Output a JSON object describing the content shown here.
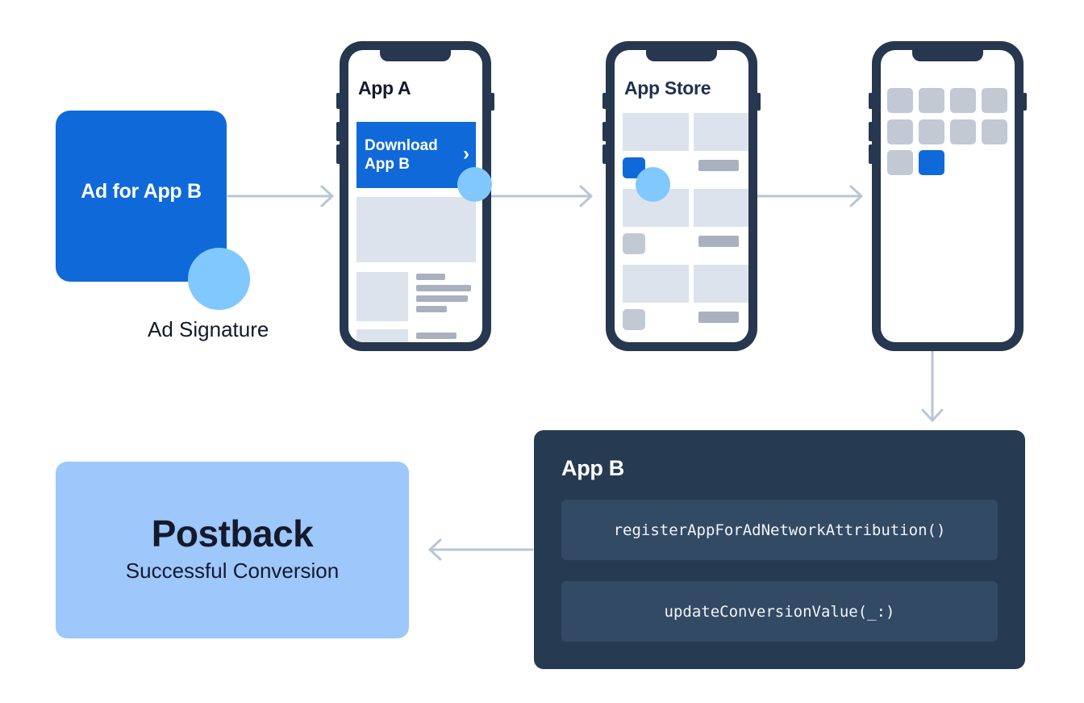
{
  "ad": {
    "title": "Ad for App B",
    "signature_label": "Ad Signature"
  },
  "phones": {
    "app_a": {
      "title": "App A",
      "download_button": "Download\nApp B"
    },
    "app_store": {
      "title": "App Store"
    },
    "home_screen": {}
  },
  "app_b": {
    "title": "App B",
    "methods": [
      "registerAppForAdNetworkAttribution()",
      "updateConversionValue(_:)"
    ]
  },
  "postback": {
    "title": "Postback",
    "subtitle": "Successful Conversion"
  },
  "colors": {
    "brand_blue": "#0f69d9",
    "touch_light_blue": "#80c8fd",
    "phone_frame": "#26374f",
    "panel_dark": "#263a51",
    "postback_bg": "#9ec7fc",
    "arrow": "#b9c6d4"
  }
}
